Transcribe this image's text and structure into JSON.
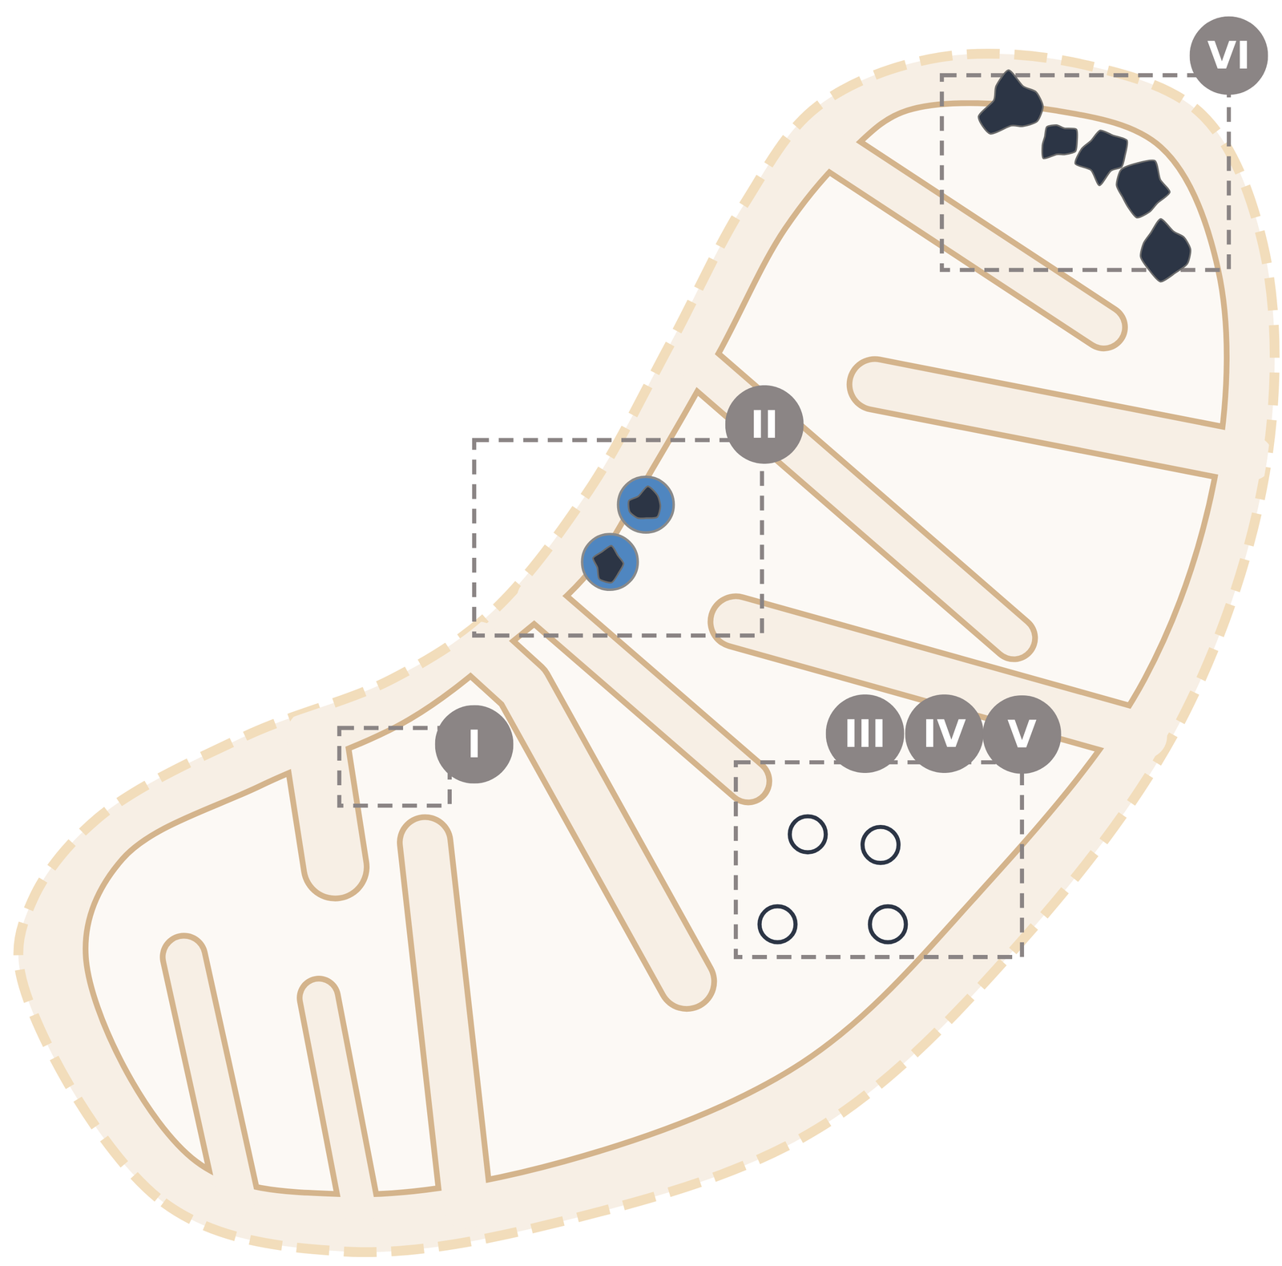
{
  "diagram": {
    "nodes": [
      {
        "text": [
          "VI"
        ]
      },
      {
        "text": [
          "II"
        ]
      },
      {
        "text": [
          "I"
        ]
      },
      {
        "text": [
          "III"
        ]
      },
      {
        "text": [
          "IV"
        ]
      },
      {
        "text": [
          "V"
        ]
      }
    ]
  }
}
